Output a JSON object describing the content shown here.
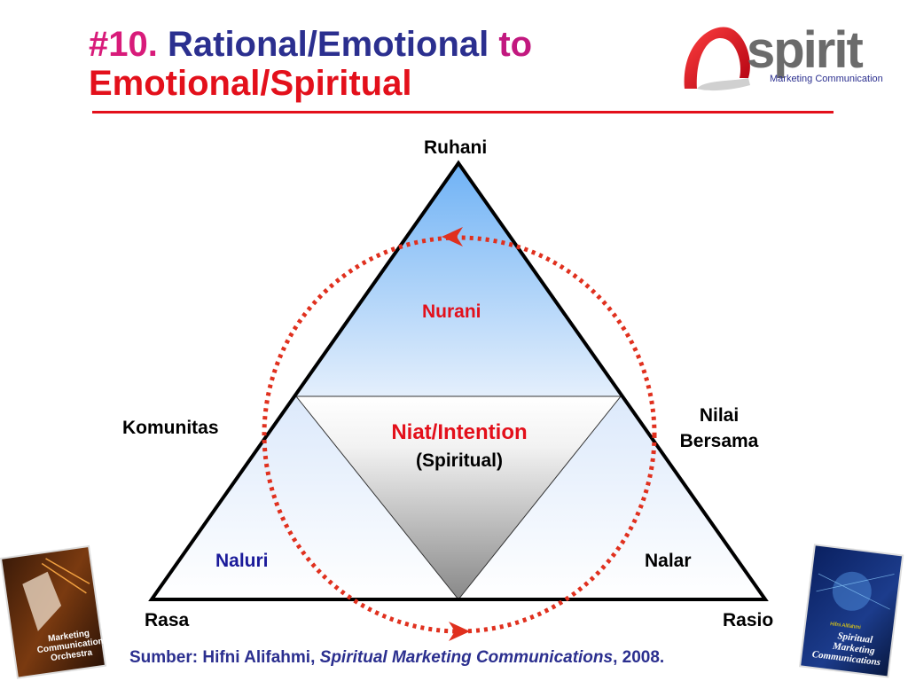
{
  "title": {
    "number": "#10.",
    "main": "Rational/Emotional",
    "to": "to",
    "line2": "Emotional/Spiritual"
  },
  "logo": {
    "brand": "spirit",
    "tagline": "Marketing Communications"
  },
  "diagram": {
    "apex_label": "Ruhani",
    "left_side_label": "Komunitas",
    "right_side_label_line1": "Nilai",
    "right_side_label_line2": "Bersama",
    "top_region_label": "Nurani",
    "center_label": "Niat/Intention",
    "center_sublabel": "(Spiritual)",
    "left_region_label": "Naluri",
    "right_region_label": "Nalar",
    "bottom_left_label": "Rasa",
    "bottom_right_label": "Rasio"
  },
  "source": {
    "prefix": "Sumber: Hifni Alifahmi,",
    "book": "Spiritual Marketing Communications",
    "suffix": ", 2008."
  },
  "book_left": {
    "title_line1": "Marketing",
    "title_line2": "Communications",
    "title_line3": "Orchestra"
  },
  "book_right": {
    "author": "Hifni Alifahmi",
    "title_line1": "Spiritual",
    "title_line2": "Marketing",
    "title_line3": "Communications"
  },
  "colors": {
    "title_blue": "#2b2f8f",
    "accent_red": "#e3101b",
    "magenta": "#d81b7a",
    "sky_blue": "#7fbff7"
  }
}
